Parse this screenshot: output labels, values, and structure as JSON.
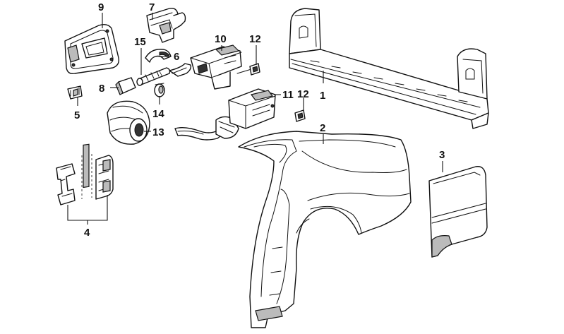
{
  "callouts": [
    {
      "id": "1",
      "text": "1"
    },
    {
      "id": "2",
      "text": "2"
    },
    {
      "id": "3",
      "text": "3"
    },
    {
      "id": "4",
      "text": "4"
    },
    {
      "id": "5",
      "text": "5"
    },
    {
      "id": "6",
      "text": "6"
    },
    {
      "id": "7",
      "text": "7"
    },
    {
      "id": "8",
      "text": "8"
    },
    {
      "id": "9",
      "text": "9"
    },
    {
      "id": "10",
      "text": "10"
    },
    {
      "id": "11",
      "text": "11"
    },
    {
      "id": "12a",
      "text": "12"
    },
    {
      "id": "12b",
      "text": "12"
    },
    {
      "id": "13",
      "text": "13"
    },
    {
      "id": "14",
      "text": "14"
    },
    {
      "id": "15",
      "text": "15"
    }
  ]
}
